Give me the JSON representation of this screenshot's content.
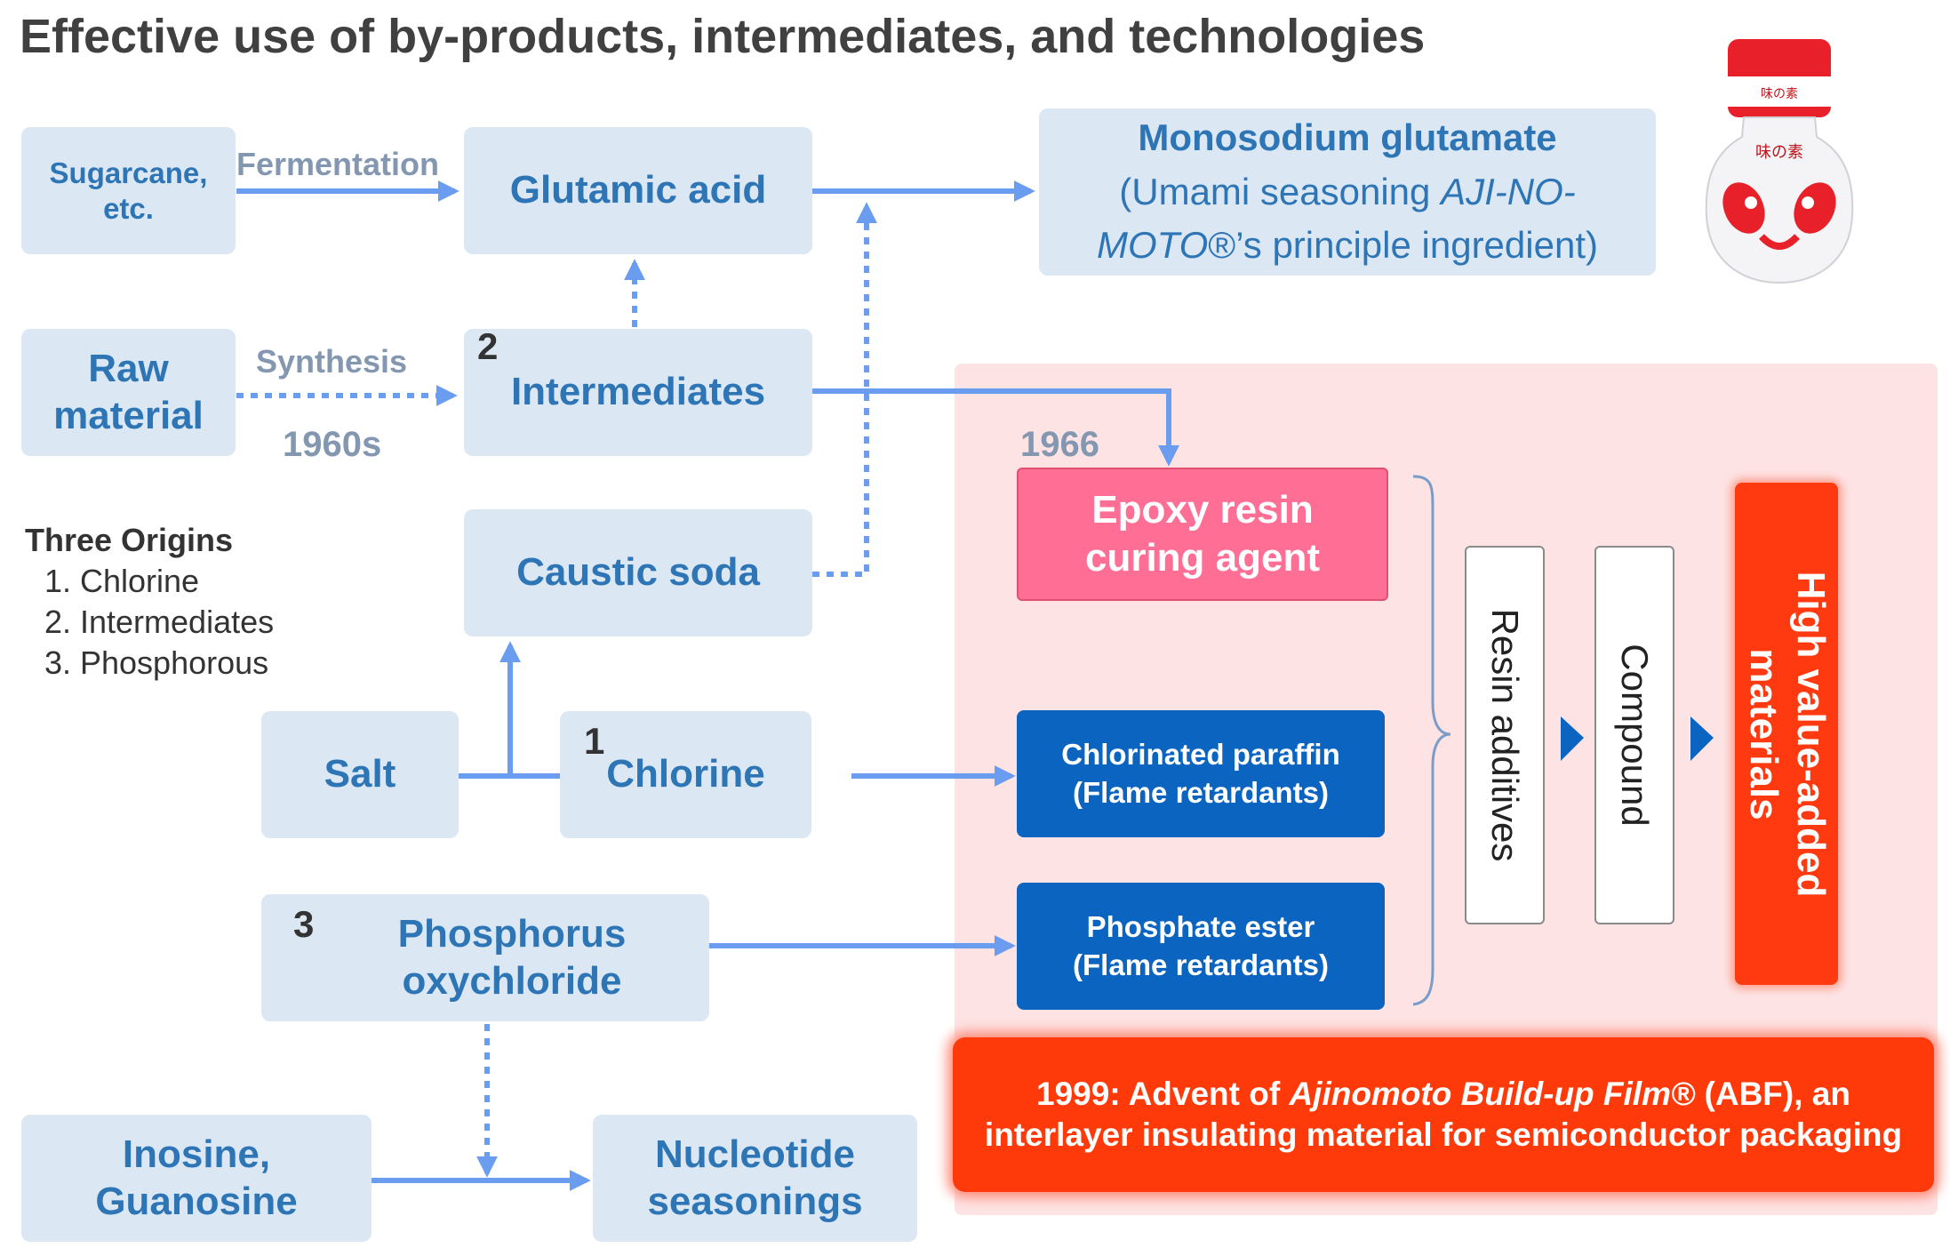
{
  "title": "Effective use of by-products, intermediates, and technologies",
  "boxes": {
    "sugarcane": "Sugarcane, etc.",
    "glutamic": "Glutamic acid",
    "msg_title": "Monosodium glutamate",
    "msg_sub_1": "(Umami seasoning ",
    "msg_sub_italic": "AJI-NO-MOTO",
    "msg_sub_2": "®’s principle ingredient)",
    "raw": "Raw material",
    "intermediates": "Intermediates",
    "caustic": "Caustic soda",
    "salt": "Salt",
    "chlorine": "Chlorine",
    "phosphorus": "Phosphorus oxychloride",
    "inosine": "Inosine, Guanosine",
    "nucleotide": "Nucleotide seasonings"
  },
  "numbers": {
    "n1": "1",
    "n2": "2",
    "n3": "3"
  },
  "labels": {
    "fermentation": "Fermentation",
    "synthesis": "Synthesis",
    "y1960": "1960s",
    "y1966": "1966"
  },
  "origins": {
    "heading": "Three Origins",
    "items": [
      "Chlorine",
      "Intermediates",
      "Phosphorous"
    ]
  },
  "products": {
    "epoxy": "Epoxy resin curing agent",
    "chlorinated": "Chlorinated paraffin (Flame retardants)",
    "phosphate": "Phosphate ester (Flame retardants)",
    "resin_additives": "Resin additives",
    "compound": "Compound",
    "high_value": "High value-added materials"
  },
  "abf": {
    "prefix": "1999: Advent of ",
    "italic": "Ajinomoto Build-up Film®",
    "suffix": " (ABF), an interlayer insulating material for semiconductor packaging"
  },
  "bottle_label": "味の素",
  "colors": {
    "box_bg": "#dbe8f4",
    "box_text": "#2e75b6",
    "arrow": "#6a9cf0",
    "panel": "#fde3e4",
    "epoxy": "#ff6f95",
    "flame": "#0a64c0",
    "highlight": "#ff3a10"
  }
}
